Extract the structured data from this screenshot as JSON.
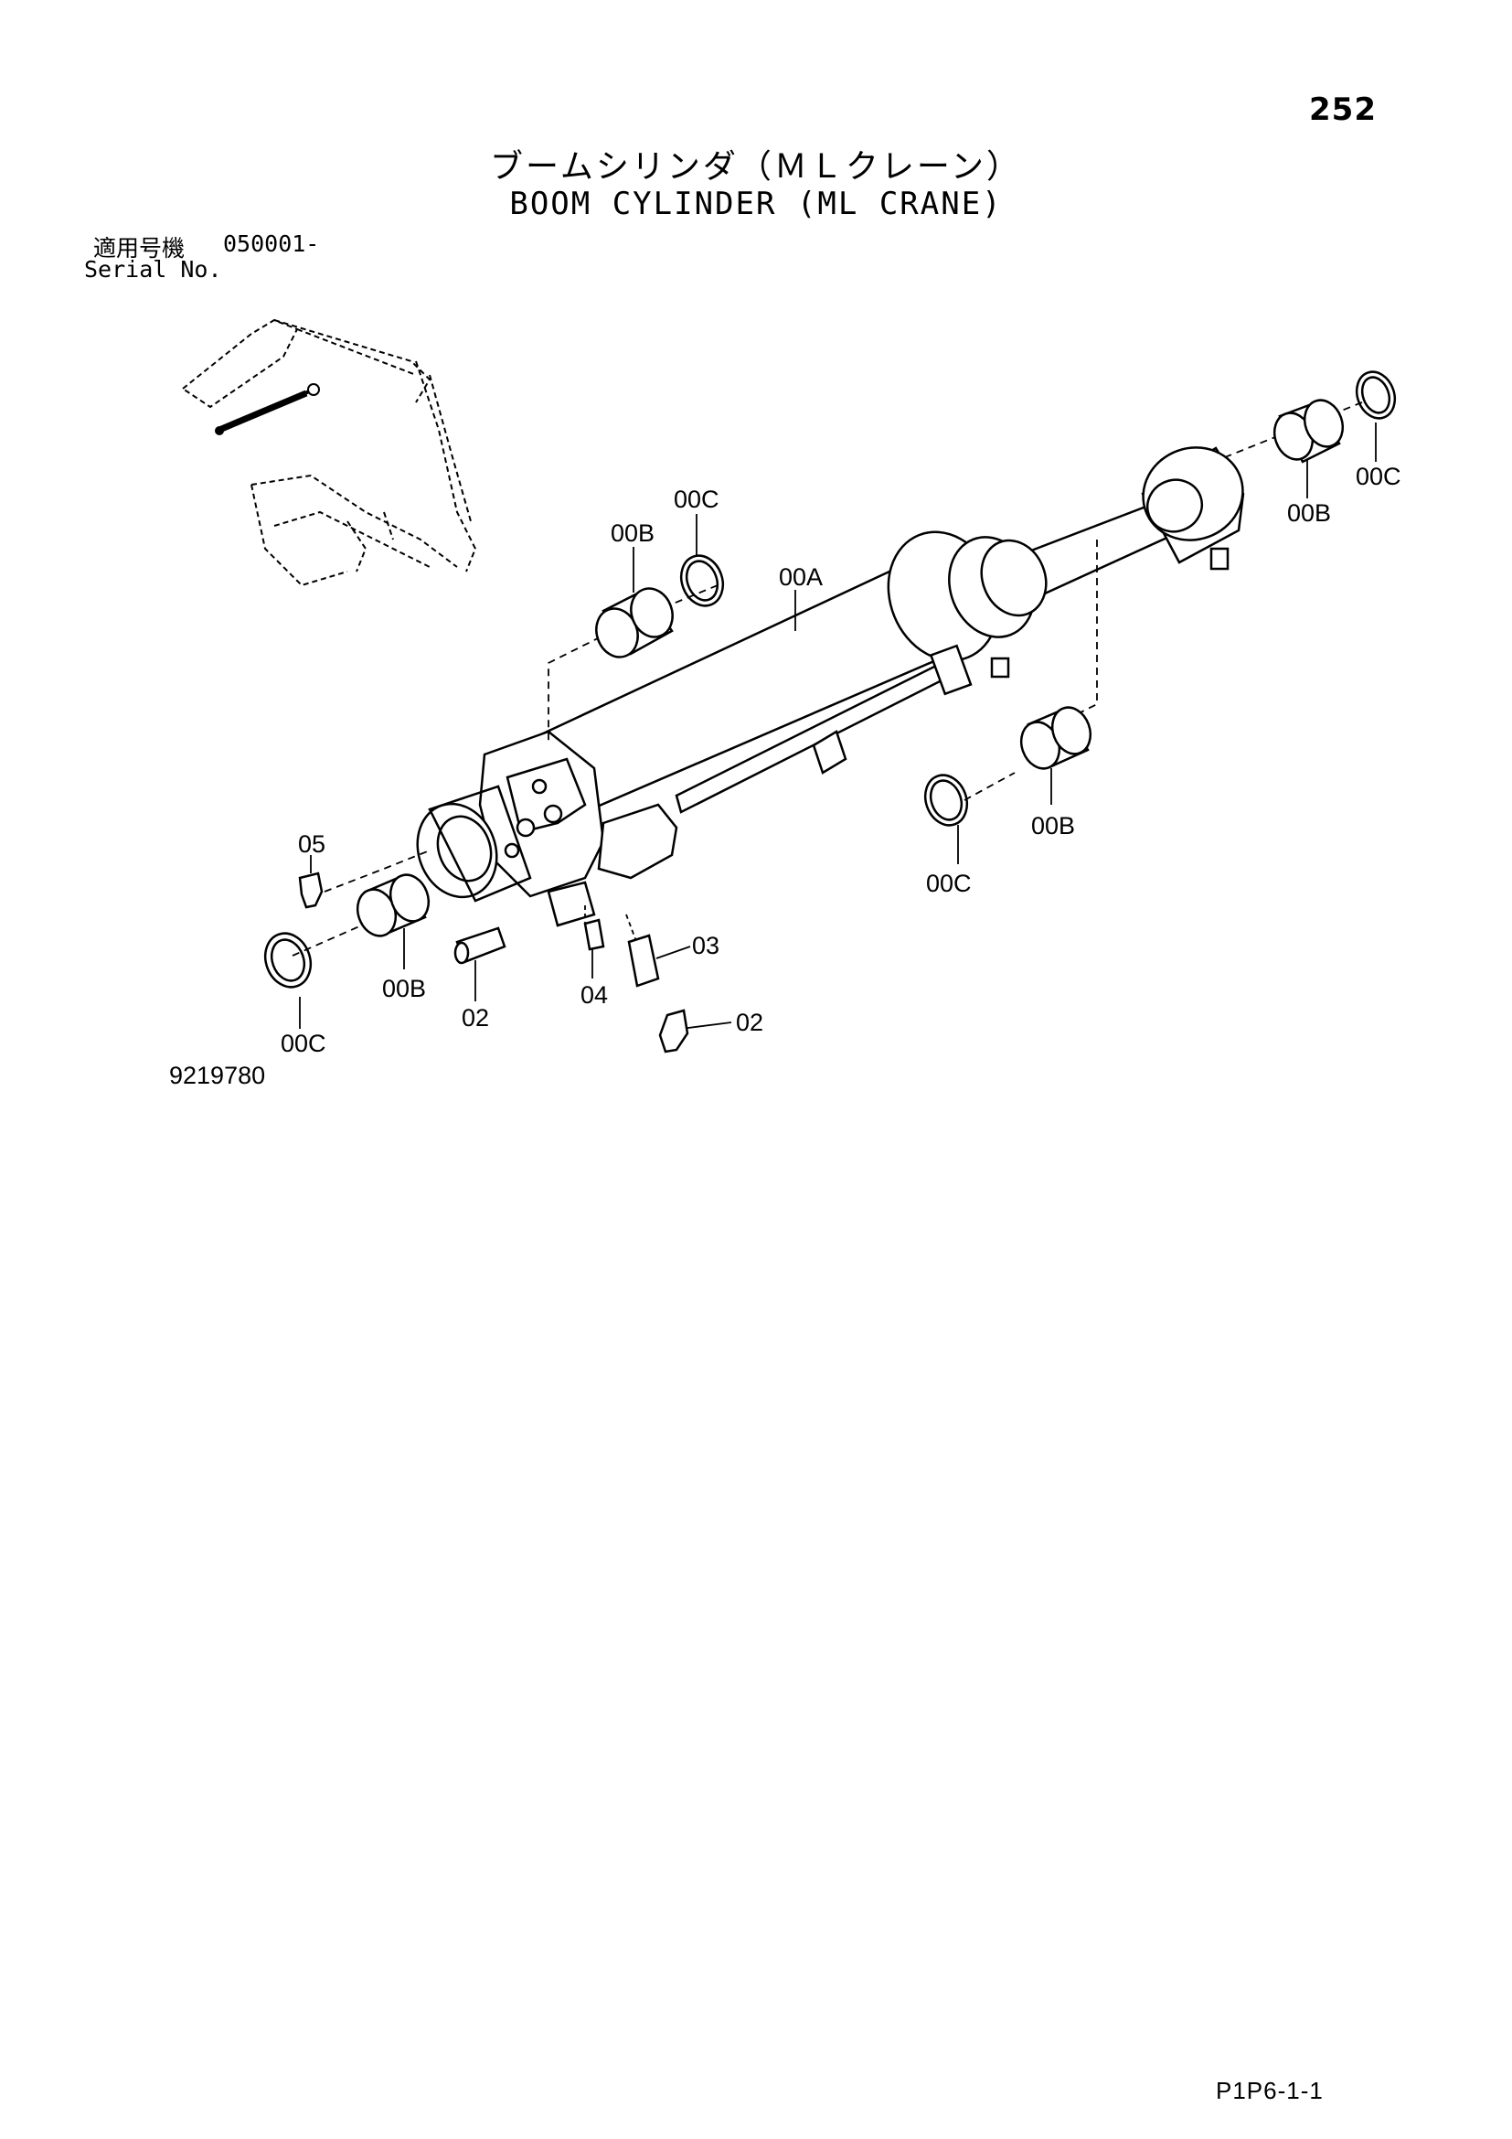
{
  "page": {
    "number": "252",
    "title_ja": "ブームシリンダ（ＭＬクレーン）",
    "title_en": "BOOM CYLINDER (ML CRANE)",
    "serial_label_ja": "適用号機",
    "serial_value": "050001-",
    "serial_label_en": "Serial No.",
    "drawing_number": "9219780",
    "page_code": "P1P6-1-1"
  },
  "callouts": {
    "c_00A": "00A",
    "c_00B_top": "00B",
    "c_00C_top": "00C",
    "c_00B_right": "00B",
    "c_00C_right": "00C",
    "c_00B_mid": "00B",
    "c_00C_mid": "00C",
    "c_05": "05",
    "c_00B_left": "00B",
    "c_00C_left": "00C",
    "c_02_left": "02",
    "c_04": "04",
    "c_03": "03",
    "c_02_right": "02"
  }
}
